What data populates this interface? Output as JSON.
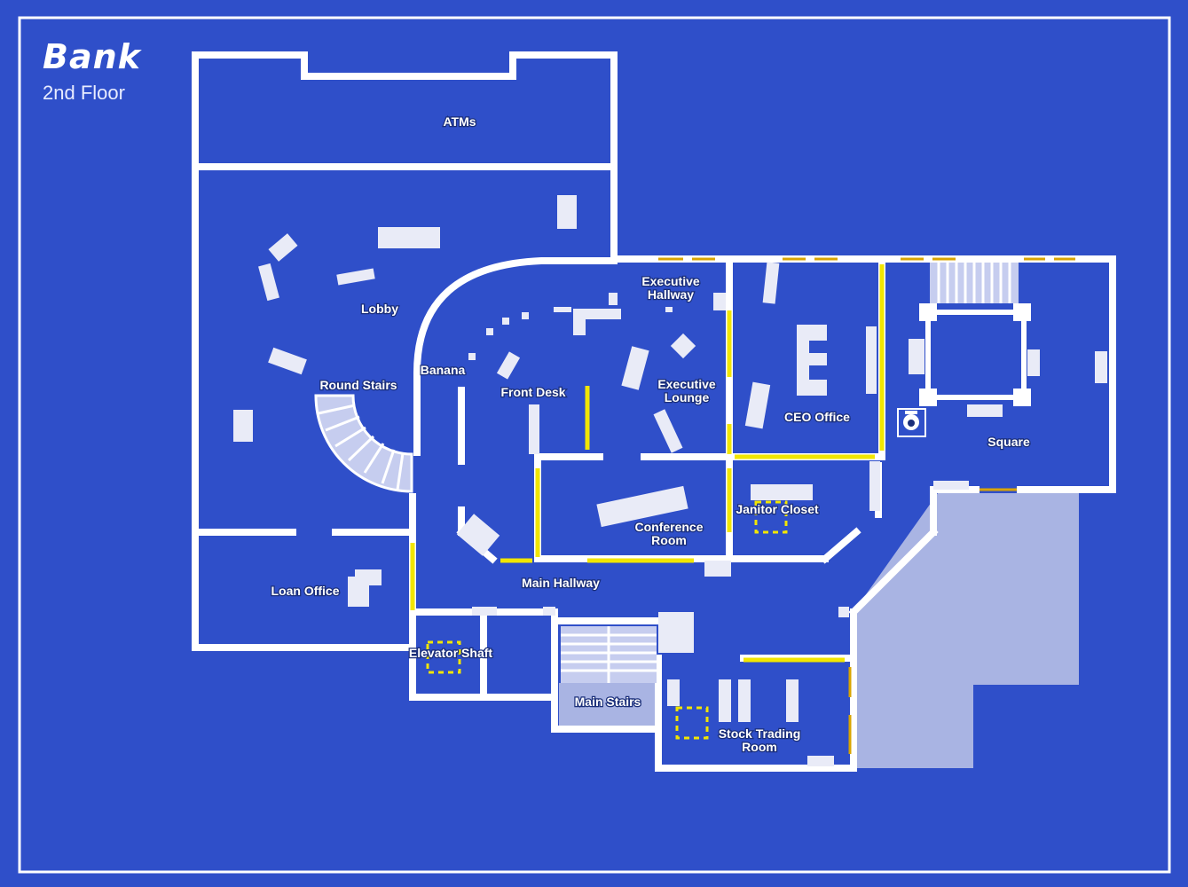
{
  "header": {
    "building": "Bank",
    "floor": "2nd Floor"
  },
  "rooms": [
    {
      "id": "atms",
      "label": "ATMs"
    },
    {
      "id": "lobby",
      "label": "Lobby"
    },
    {
      "id": "round-stairs",
      "label": "Round Stairs"
    },
    {
      "id": "banana",
      "label": "Banana"
    },
    {
      "id": "front-desk",
      "label": "Front Desk"
    },
    {
      "id": "executive-hallway",
      "label": "Executive Hallway"
    },
    {
      "id": "executive-lounge",
      "label": "Executive Lounge"
    },
    {
      "id": "ceo-office",
      "label": "CEO Office"
    },
    {
      "id": "square",
      "label": "Square"
    },
    {
      "id": "janitor-closet",
      "label": "Janitor Closet"
    },
    {
      "id": "conference-room",
      "label": "Conference Room"
    },
    {
      "id": "main-hallway",
      "label": "Main Hallway"
    },
    {
      "id": "loan-office",
      "label": "Loan Office"
    },
    {
      "id": "elevator-shaft",
      "label": "Elevator Shaft"
    },
    {
      "id": "main-stairs",
      "label": "Main Stairs"
    },
    {
      "id": "stock-trading-room",
      "label": "Stock Trading Room"
    }
  ],
  "colors": {
    "background": "#2f4fc9",
    "wall": "#ffffff",
    "breakable_wall": "#f2e600",
    "hatch": "#d9a400",
    "furniture": "#e9ebf7",
    "outdoor": "#a9b4e3"
  },
  "icons": {
    "camera": "camera-icon"
  }
}
